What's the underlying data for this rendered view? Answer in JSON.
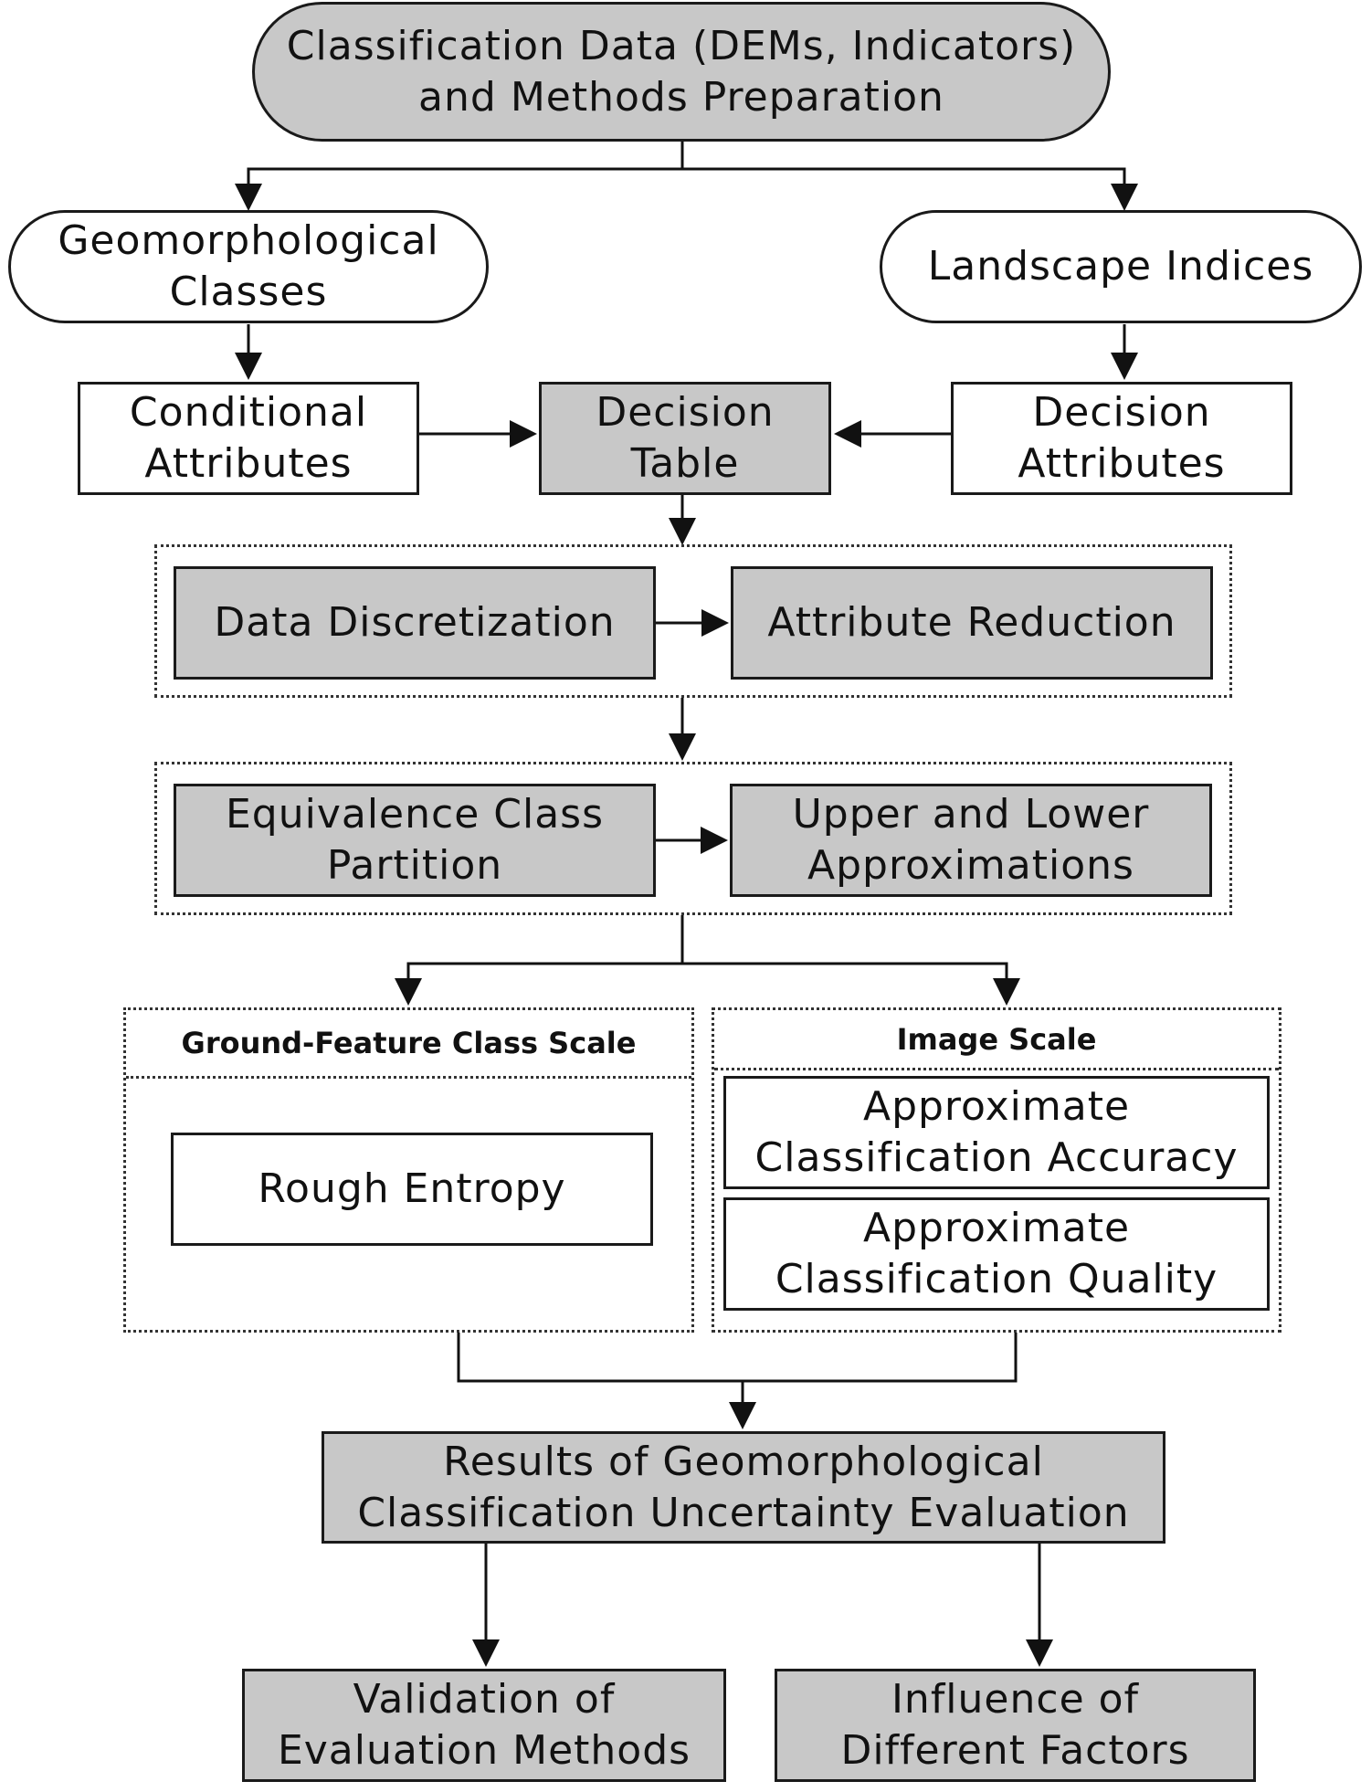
{
  "nodes": {
    "top": {
      "lines": [
        "Classification Data (DEMs, Indicators)",
        "and Methods Preparation"
      ]
    },
    "geomorph": {
      "lines": [
        "Geomorphological",
        "Classes"
      ]
    },
    "landscape": {
      "lines": [
        "Landscape Indices"
      ]
    },
    "conditional": {
      "lines": [
        "Conditional",
        "Attributes"
      ]
    },
    "decision_table": {
      "lines": [
        "Decision",
        "Table"
      ]
    },
    "decision_attr": {
      "lines": [
        "Decision",
        "Attributes"
      ]
    },
    "discretization": {
      "lines": [
        "Data Discretization"
      ]
    },
    "reduction": {
      "lines": [
        "Attribute Reduction"
      ]
    },
    "equivalence": {
      "lines": [
        "Equivalence Class",
        "Partition"
      ]
    },
    "approximations": {
      "lines": [
        "Upper and Lower",
        "Approximations"
      ]
    },
    "rough_entropy": {
      "lines": [
        "Rough Entropy"
      ]
    },
    "accuracy": {
      "lines": [
        "Approximate",
        "Classification Accuracy"
      ]
    },
    "quality": {
      "lines": [
        "Approximate",
        "Classification Quality"
      ]
    },
    "results": {
      "lines": [
        "Results of Geomorphological",
        "Classification Uncertainty Evaluation"
      ]
    },
    "validation": {
      "lines": [
        "Validation of",
        "Evaluation Methods"
      ]
    },
    "influence": {
      "lines": [
        "Influence of",
        "Different Factors"
      ]
    }
  },
  "groups": {
    "ground_scale": {
      "title": "Ground-Feature Class Scale"
    },
    "image_scale": {
      "title": "Image Scale"
    }
  },
  "colors": {
    "box_fill": "#c8c8c8",
    "stroke": "#1a1a1a"
  }
}
